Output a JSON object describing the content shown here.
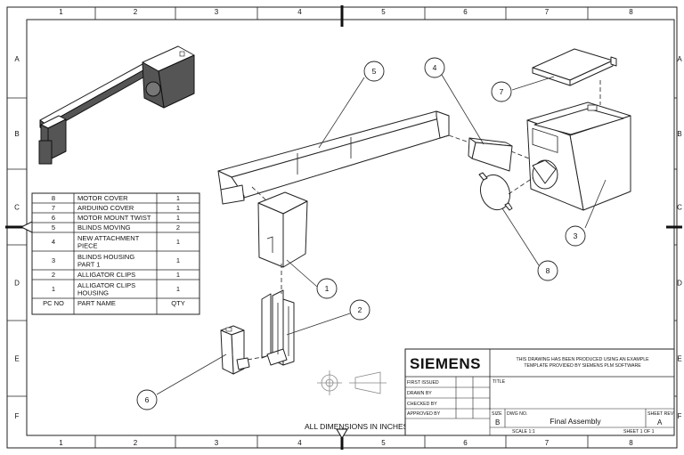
{
  "zones": {
    "columns": [
      "1",
      "2",
      "3",
      "4",
      "5",
      "6",
      "7",
      "8"
    ],
    "rows": [
      "A",
      "B",
      "C",
      "D",
      "E",
      "F"
    ]
  },
  "bom": {
    "rows": [
      {
        "pc_no": "8",
        "name": [
          "MOTOR COVER"
        ],
        "qty": "1"
      },
      {
        "pc_no": "7",
        "name": [
          "ARDUINO COVER"
        ],
        "qty": "1"
      },
      {
        "pc_no": "6",
        "name": [
          "MOTOR MOUNT TWIST"
        ],
        "qty": "1"
      },
      {
        "pc_no": "5",
        "name": [
          "BLINDS MOVING"
        ],
        "qty": "2"
      },
      {
        "pc_no": "4",
        "name": [
          "NEW ATTACHMENT",
          "PIECE"
        ],
        "qty": "1"
      },
      {
        "pc_no": "3",
        "name": [
          "BLINDS HOUSING",
          "PART 1"
        ],
        "qty": "1"
      },
      {
        "pc_no": "2",
        "name": [
          "ALLIGATOR CLIPS"
        ],
        "qty": "1"
      },
      {
        "pc_no": "1",
        "name": [
          "ALLIGATOR CLIPS",
          "HOUSING"
        ],
        "qty": "1"
      }
    ],
    "header": {
      "pc_no": "PC NO",
      "name": "PART NAME",
      "qty": "QTY"
    }
  },
  "balloons": [
    "1",
    "2",
    "3",
    "4",
    "5",
    "6",
    "7",
    "8"
  ],
  "note": "ALL DIMENSIONS IN INCHES",
  "title_block": {
    "logo": "SIEMENS",
    "disclaimer": [
      "THIS DRAWING HAS BEEN PRODUCED USING AN EXAMPLE",
      "TEMPLATE PROVIDED BY SIEMENS PLM SOFTWARE"
    ],
    "first_issued": "FIRST ISSUED",
    "drawn_by": "DRAWN BY",
    "checked_by": "CHECKED BY",
    "approved_by": "APPROVED BY",
    "title_label": "TITLE",
    "size_label": "SIZE",
    "size_value": "B",
    "dwg_no_label": "DWG NO.",
    "title_value": "Final Assembly",
    "sheet_rev_label": "SHEET REV",
    "sheet_rev_value": "A",
    "scale": "SCALE 1:1",
    "sheet": "SHEET 1 OF 1"
  },
  "colors": {
    "line": "#222222",
    "shade": "#d9d9d9",
    "dark": "#555555"
  }
}
